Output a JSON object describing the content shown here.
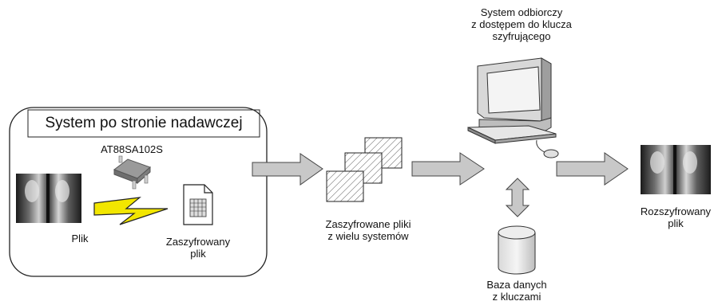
{
  "sender": {
    "title": "System po stronie nadawczej",
    "chip_label": "AT88SA102S",
    "file_label": "Plik",
    "encrypted_line1": "Zaszyfrowany",
    "encrypted_line2": "plik"
  },
  "encrypted_files": {
    "line1": "Zaszyfrowane pliki",
    "line2": "z wielu systemów"
  },
  "receiver": {
    "line1": "System odbiorczy",
    "line2": "z dostępem do  klucza",
    "line3": "szyfrującego"
  },
  "database": {
    "line1": "Baza danych",
    "line2": "z kluczami"
  },
  "decrypted": {
    "line1": "Rozszyfrowany",
    "line2": "plik"
  }
}
